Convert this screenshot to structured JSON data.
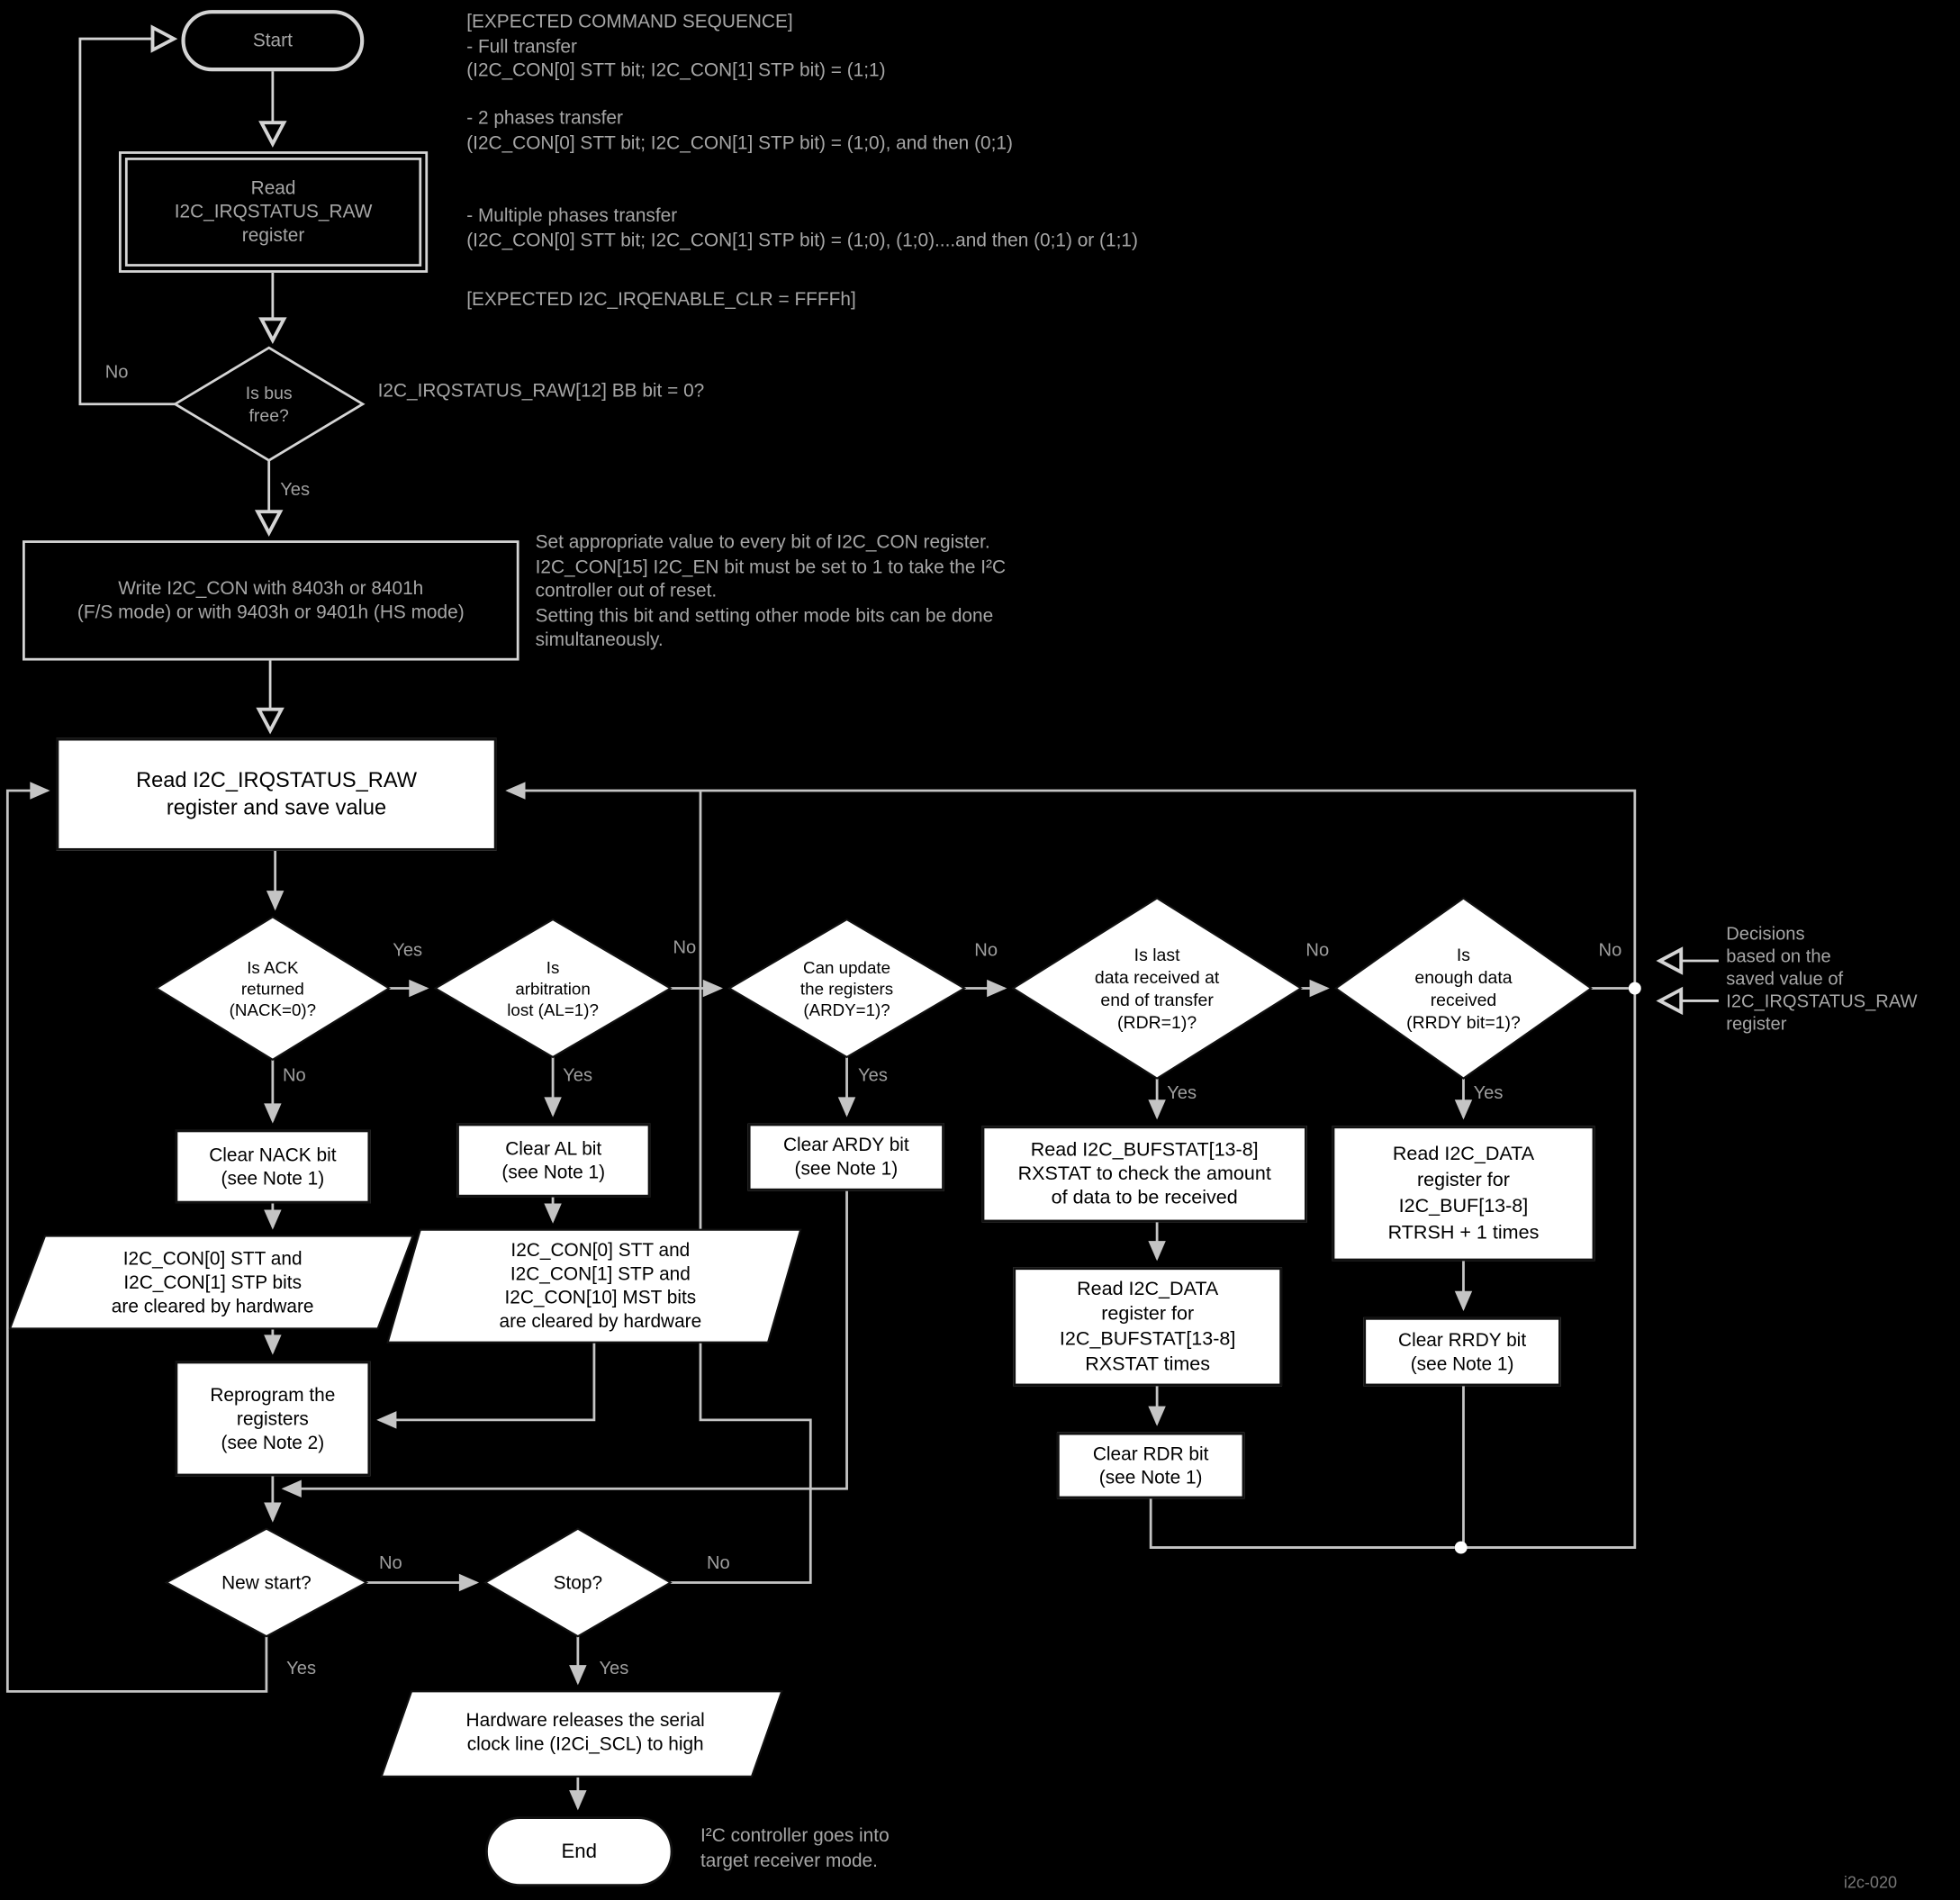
{
  "figure": {
    "id": "i2c-020"
  },
  "labels": {
    "yes": "Yes",
    "no": "No"
  },
  "annotations": {
    "seq_full": "[EXPECTED COMMAND SEQUENCE]\n- Full transfer\n(I2C_CON[0] STT bit; I2C_CON[1] STP bit) = (1;1)",
    "seq_2phase": "- 2 phases transfer\n(I2C_CON[0] STT bit; I2C_CON[1] STP bit) = (1;0), and then (0;1)",
    "seq_multi": "- Multiple phases transfer\n(I2C_CON[0] STT bit; I2C_CON[1] STP bit) = (1;0), (1;0)....and then (0;1) or (1;1)",
    "seq_irqenable": "[EXPECTED I2C_IRQENABLE_CLR = FFFFh]",
    "bb_bit": "I2C_IRQSTATUS_RAW[12] BB bit = 0?",
    "con_note": "Set appropriate value to every bit of I2C_CON register.\nI2C_CON[15] I2C_EN bit must be set to 1 to take the I²C\ncontroller out of reset.\nSetting this bit and setting other mode bits can be done\nsimultaneously.",
    "decisions_note": "Decisions\nbased on the\nsaved value of\nI2C_IRQSTATUS_RAW\nregister",
    "end_note": "I²C controller goes into\ntarget receiver mode."
  },
  "nodes": {
    "start": "Start",
    "read_irq": "Read\nI2C_IRQSTATUS_RAW\nregister",
    "bus_free": "Is bus\nfree?",
    "write_con": "Write I2C_CON with 8403h or 8401h\n(F/S mode) or with 9403h or 9401h (HS mode)",
    "read_save": "Read I2C_IRQSTATUS_RAW\nregister and save value",
    "ack": "Is ACK\nreturned\n(NACK=0)?",
    "arb": "Is\narbitration\nlost (AL=1)?",
    "ardy": "Can update\nthe registers\n(ARDY=1)?",
    "rdr": "Is last\ndata received at\nend of transfer\n(RDR=1)?",
    "rrdy": "Is\nenough data\nreceived\n(RRDY bit=1)?",
    "clear_nack": "Clear NACK bit\n(see Note 1)",
    "clear_al": "Clear AL bit\n(see Note 1)",
    "clear_ardy": "Clear ARDY bit\n(see Note 1)",
    "read_bufstat": "Read I2C_BUFSTAT[13-8]\nRXSTAT to check the amount\nof data to be received",
    "read_data_rxstat": "Read I2C_DATA\nregister for\nI2C_BUFSTAT[13-8]\nRXSTAT times",
    "clear_rdr": "Clear RDR bit\n(see Note 1)",
    "read_data_rtrsh": "Read I2C_DATA\nregister for\nI2C_BUF[13-8]\nRTRSH + 1 times",
    "clear_rrdy": "Clear RRDY bit\n(see Note 1)",
    "nack_hw": "I2C_CON[0] STT and\nI2C_CON[1] STP bits\nare cleared by hardware",
    "al_hw": "I2C_CON[0] STT and\nI2C_CON[1] STP and\nI2C_CON[10] MST bits\nare cleared by hardware",
    "reprogram": "Reprogram the\nregisters\n(see Note 2)",
    "new_start": "New start?",
    "stop": "Stop?",
    "scl_release": "Hardware releases the serial\nclock line (I2Ci_SCL) to high",
    "end": "End"
  },
  "colors": {
    "background": "#000000",
    "top_stroke": "#d4d4d4",
    "top_text": "#a6a6a6",
    "shape_fill": "#ffffff",
    "shape_text": "#000000",
    "connector": "#c4c4c4"
  }
}
